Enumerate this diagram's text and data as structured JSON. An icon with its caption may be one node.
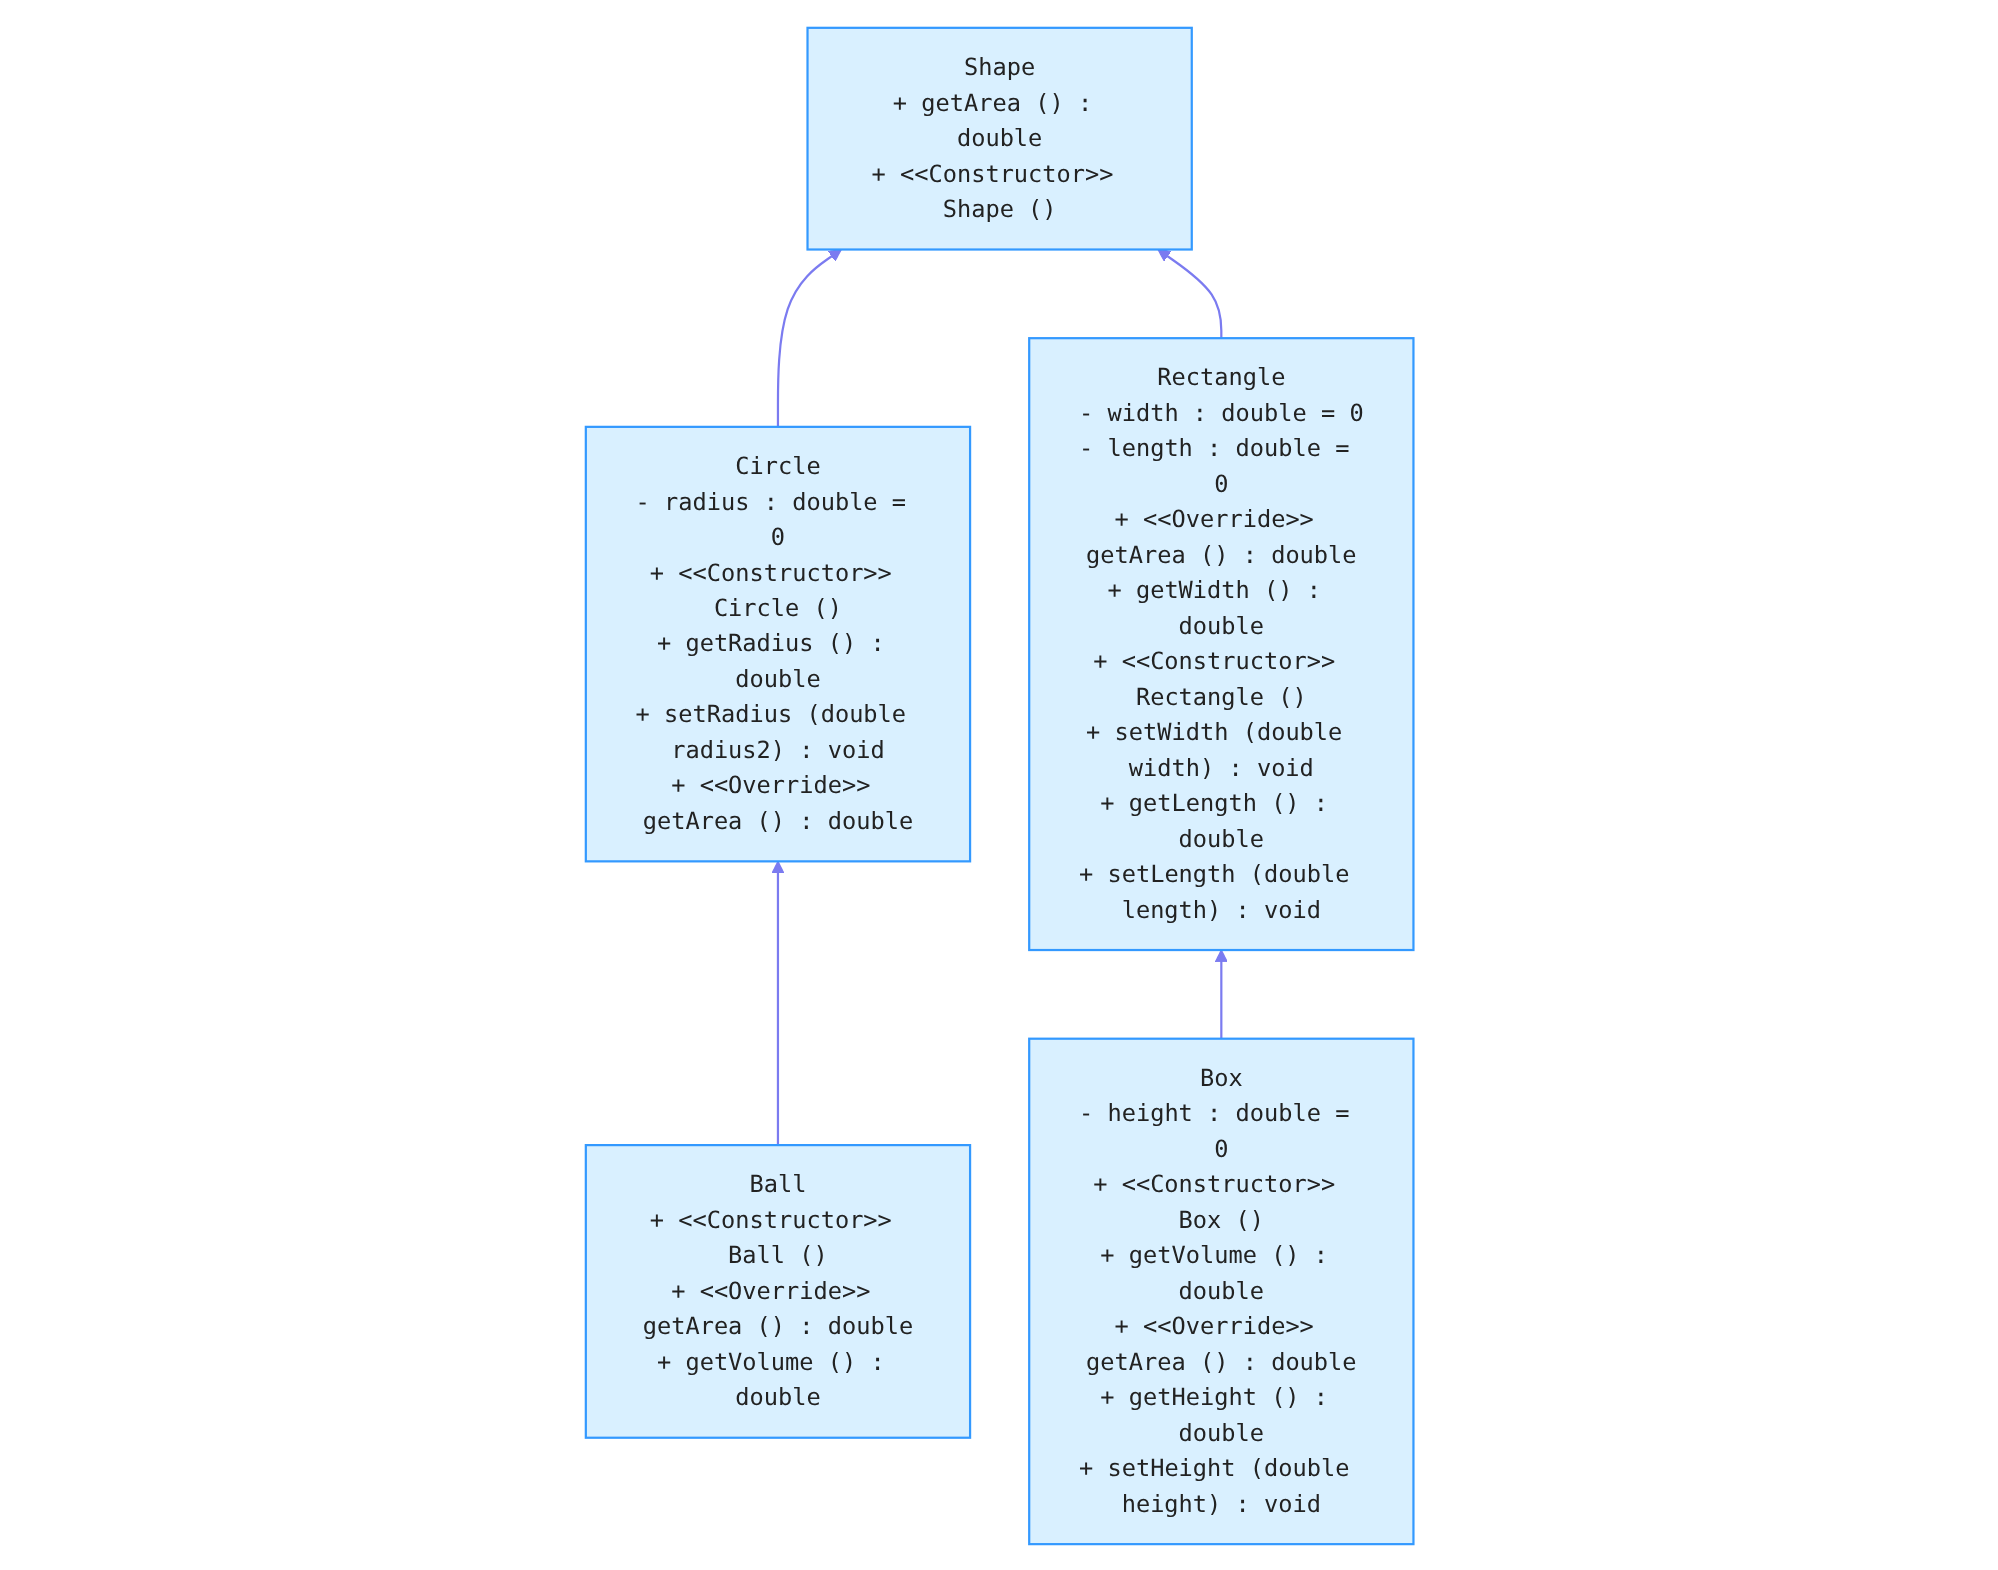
{
  "diagram": {
    "nodes": [
      {
        "text": [
          "Circle",
          "- radius : double = 0",
          "+ <<Constructor>> Circle ()",
          "+ getRadius () : double",
          "+ setRadius (double radius2) : void",
          "+ <<Override>> getArea () : double"
        ]
      },
      {
        "text": [
          "Ball",
          "+ <<Constructor>> Ball ()",
          "+ <<Override>> getArea () : double",
          "+ getVolume () : double"
        ]
      },
      {
        "text": [
          "Shape",
          "+ getArea () : double",
          "+ <<Constructor>> Shape ()"
        ]
      },
      {
        "text": [
          "Rectangle",
          "- width : double = 0",
          "- length : double = 0",
          "+ <<Override>> getArea () : double",
          "+ getWidth () : double",
          "+ <<Constructor>> Rectangle ()",
          "+ setWidth (double width) : void",
          "+ getLength () : double",
          "+ setLength (double length) : void"
        ]
      },
      {
        "text": [
          "Box",
          "- height : double = 0",
          "+ <<Constructor>> Box ()",
          "+ getVolume () : double",
          "+ <<Override>> getArea () : double",
          "+ getHeight () : double",
          "+ setHeight (double height) : void"
        ]
      }
    ],
    "edges": [
      {
        "from": 1,
        "to": 0,
        "arrow": "to"
      },
      {
        "from": 0,
        "to": 2,
        "arrow": "to"
      },
      {
        "from": 3,
        "to": 2,
        "arrow": "to"
      },
      {
        "from": 4,
        "to": 3,
        "arrow": "to"
      }
    ]
  }
}
